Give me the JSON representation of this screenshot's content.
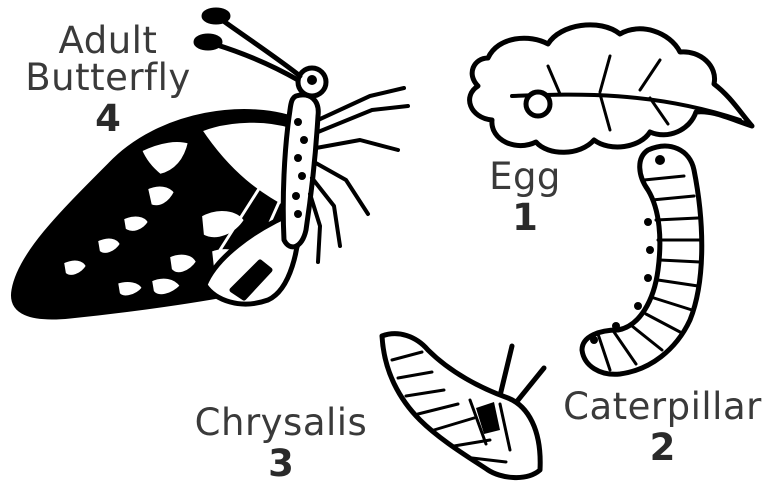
{
  "stages": [
    {
      "key": "egg",
      "name": "Egg",
      "number": "1",
      "icon": "egg-on-leaf-icon"
    },
    {
      "key": "caterpillar",
      "name": "Caterpillar",
      "number": "2",
      "icon": "caterpillar-icon"
    },
    {
      "key": "chrysalis",
      "name": "Chrysalis",
      "number": "3",
      "icon": "chrysalis-icon"
    },
    {
      "key": "adult",
      "name_line1": "Adult",
      "name_line2": "Butterfly",
      "number": "4",
      "icon": "butterfly-icon"
    }
  ],
  "colors": {
    "ink": "#000000",
    "paper": "#ffffff",
    "label": "#3a3a3a"
  }
}
